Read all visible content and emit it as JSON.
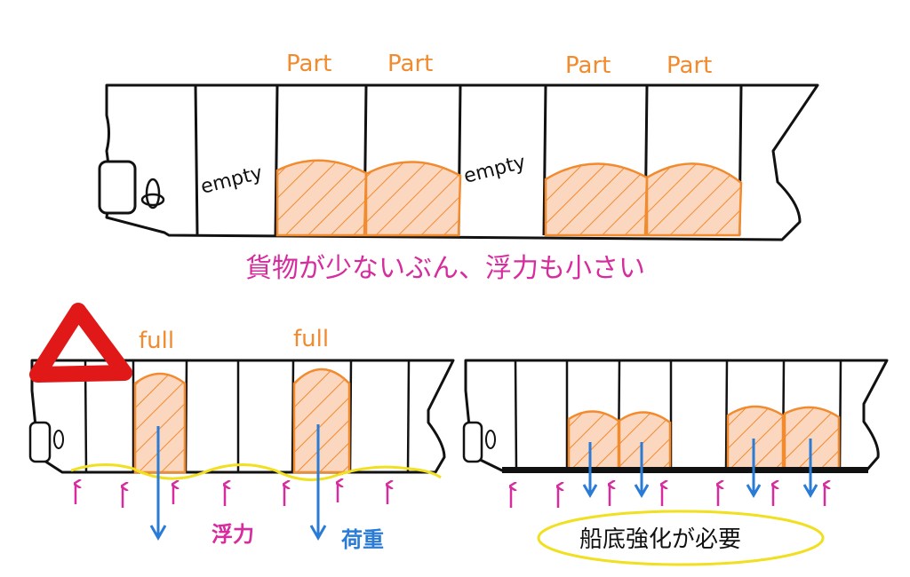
{
  "top_ship": {
    "labels_above": [
      "Part",
      "Part",
      "Part",
      "Part"
    ],
    "hold_labels": [
      "empty",
      "empty"
    ],
    "caption": "貨物が少ないぶん、浮力も小さい"
  },
  "bottom_left_ship": {
    "labels_above": [
      "full",
      "full"
    ],
    "buoyancy_label": "浮力",
    "load_label": "荷重",
    "warning_symbol": "triangle-warning"
  },
  "bottom_right_ship": {
    "callout": "船底強化が必要"
  },
  "colors": {
    "outline": "#111111",
    "cargo_fill": "#fcd7bf",
    "cargo_stroke": "#f28a2e",
    "label_orange": "#f28a2e",
    "magenta": "#d62c9e",
    "blue": "#2a7bd6",
    "yellow": "#f0e020",
    "warning_red": "#e01818"
  }
}
